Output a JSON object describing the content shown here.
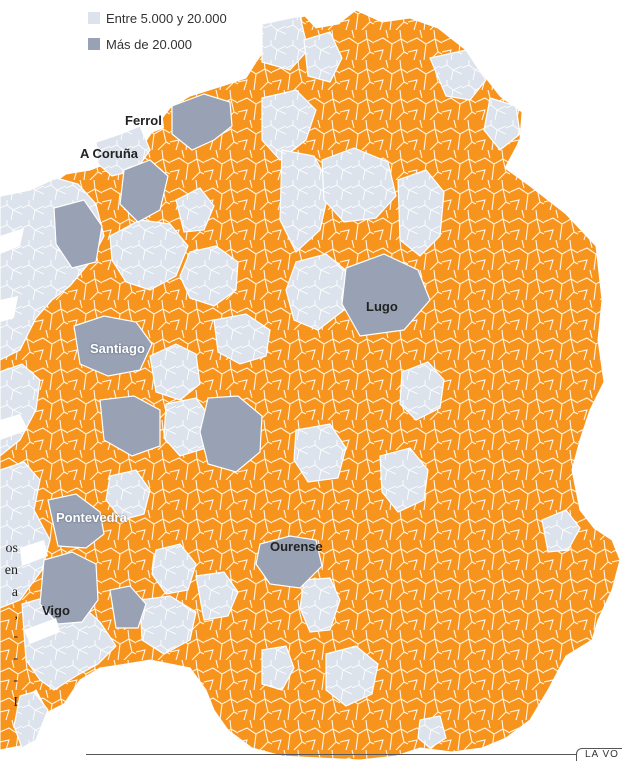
{
  "legend": {
    "items": [
      {
        "label": "Entre 5.000 y 20.000",
        "color": "#dde3ec"
      },
      {
        "label": "Más de 20.000",
        "color": "#98a2b4"
      }
    ]
  },
  "colors": {
    "orange": "#f7941d",
    "light": "#dde3ec",
    "dark": "#98a2b4",
    "border": "#ffffff"
  },
  "cities": [
    {
      "id": "ferrol",
      "label": "Ferrol"
    },
    {
      "id": "coruna",
      "label": "A Coruña"
    },
    {
      "id": "lugo",
      "label": "Lugo"
    },
    {
      "id": "santiago",
      "label": "Santiago"
    },
    {
      "id": "pontevedra",
      "label": "Pontevedra"
    },
    {
      "id": "ourense",
      "label": "Ourense"
    },
    {
      "id": "vigo",
      "label": "Vigo"
    }
  ],
  "article_fragment": [
    "os",
    "en",
    "a",
    ",",
    "-",
    "-",
    "-",
    "I"
  ],
  "footer_fragment": "LA VO"
}
